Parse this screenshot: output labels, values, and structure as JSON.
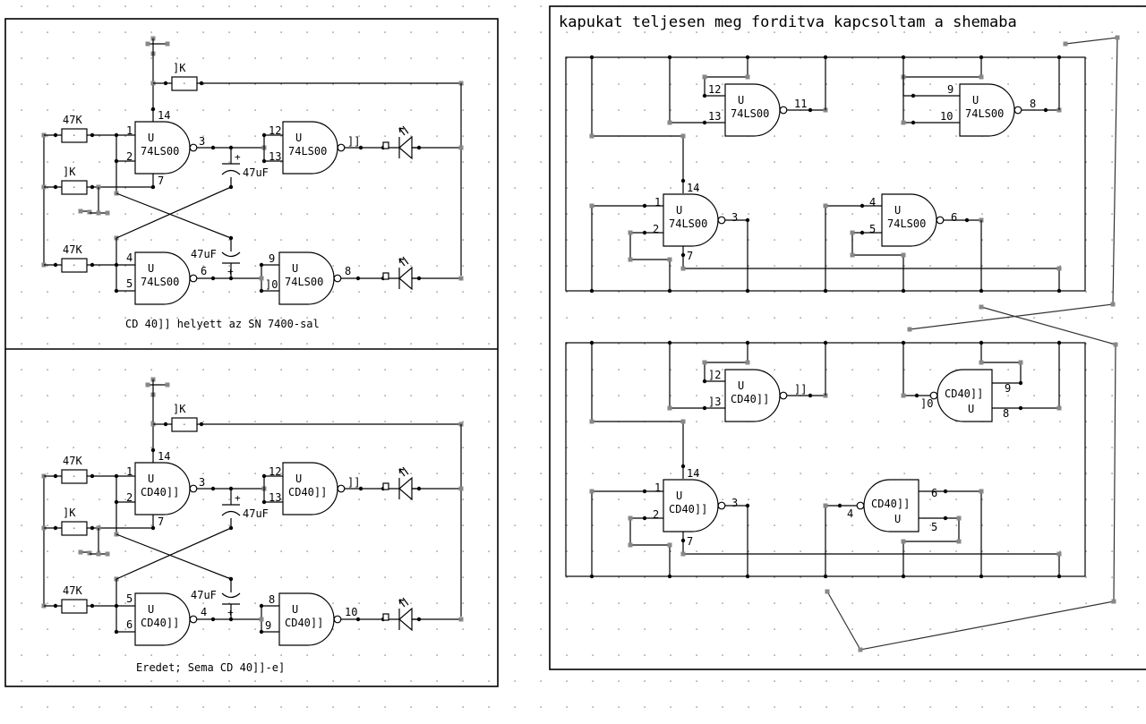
{
  "diagram": {
    "panels": {
      "top_left": {
        "caption": "CD 40]] helyett az SN 7400-sal",
        "chip": "74LS00",
        "unit": "U",
        "supply_resistor": "]K",
        "input_resistors": [
          "47K",
          "]K",
          "47K"
        ],
        "capacitor": "47uF",
        "gates": [
          {
            "pins_in": [
              "1",
              "2"
            ],
            "pin_out": "3",
            "power": "14",
            "ground": "7"
          },
          {
            "pins_in": [
              "12",
              "13"
            ],
            "pin_out": "]]"
          },
          {
            "pins_in": [
              "4",
              "5"
            ],
            "pin_out": "6"
          },
          {
            "pins_in": [
              "9",
              "]0"
            ],
            "pin_out": "8"
          }
        ]
      },
      "bottom_left": {
        "caption": "Eredet; Sema CD 40]]-e]",
        "chip": "CD40]]",
        "unit": "U",
        "supply_resistor": "]K",
        "input_resistors": [
          "47K",
          "]K",
          "47K"
        ],
        "capacitor": "47uF",
        "gates": [
          {
            "pins_in": [
              "1",
              "2"
            ],
            "pin_out": "3",
            "power": "14",
            "ground": "7"
          },
          {
            "pins_in": [
              "12",
              "13"
            ],
            "pin_out": "]]"
          },
          {
            "pins_in": [
              "5",
              "6"
            ],
            "pin_out": "4"
          },
          {
            "pins_in": [
              "8",
              "9"
            ],
            "pin_out": "10"
          }
        ]
      },
      "right": {
        "title": "kapukat teljesen meg forditva kapcsoltam a shemaba",
        "upper_block": {
          "chip": "74LS00",
          "unit": "U",
          "gates": [
            {
              "pins_in": [
                "12",
                "13"
              ],
              "pin_out": "11"
            },
            {
              "pins_in": [
                "9",
                "10"
              ],
              "pin_out": "8"
            },
            {
              "pins_in": [
                "1",
                "2"
              ],
              "pin_out": "3",
              "power": "14",
              "ground": "7"
            },
            {
              "pins_in": [
                "4",
                "5"
              ],
              "pin_out": "6"
            }
          ]
        },
        "lower_block": {
          "chip": "CD40]]",
          "unit": "U",
          "gates": [
            {
              "pins_in": [
                "]2",
                "]3"
              ],
              "pin_out": "]]"
            },
            {
              "pins_in": [
                "9",
                "8"
              ],
              "pin_out": "]0"
            },
            {
              "pins_in": [
                "1",
                "2"
              ],
              "pin_out": "3",
              "power": "14",
              "ground": "7"
            },
            {
              "pins_in": [
                "6",
                "5"
              ],
              "pin_out": "4"
            }
          ]
        }
      }
    }
  }
}
